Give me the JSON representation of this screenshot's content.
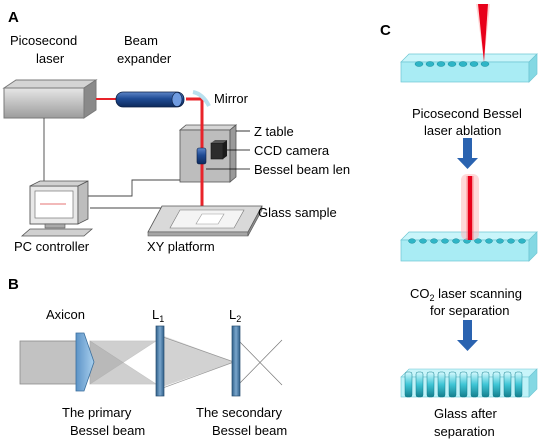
{
  "panels": {
    "a": "A",
    "b": "B",
    "c": "C"
  },
  "setup": {
    "laser": [
      "Picosecond",
      "laser"
    ],
    "expander": [
      "Beam",
      "expander"
    ],
    "mirror": "Mirror",
    "z_table": "Z table",
    "ccd": "CCD camera",
    "bessel_len": "Bessel beam len",
    "glass_sample": "Glass sample",
    "pc": "PC controller",
    "xy": "XY platform"
  },
  "optics": {
    "axicon": "Axicon",
    "l1": "L",
    "l1_sub": "1",
    "l2": "L",
    "l2_sub": "2",
    "primary": [
      "The primary",
      "Bessel beam"
    ],
    "secondary": [
      "The secondary",
      "Bessel beam"
    ]
  },
  "process": {
    "step1": [
      "Picosecond Bessel",
      "laser ablation"
    ],
    "step2_line1_pre": "CO",
    "step2_line1_sub": "2",
    "step2_line1_post": " laser scanning",
    "step2_line2": "for separation",
    "step3": [
      "Glass after",
      "separation"
    ]
  },
  "colors": {
    "laser_red": "#e8232a",
    "glass_cyan": "#a9ecf4",
    "arrow_blue": "#2a63b0",
    "lens_blue": "#4f7fa8"
  }
}
